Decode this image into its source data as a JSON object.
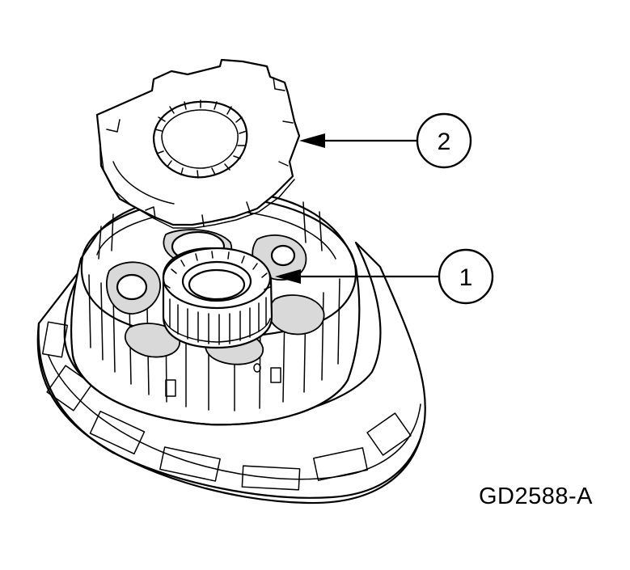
{
  "figure": {
    "id_label": "GD2588-A",
    "callouts": [
      {
        "number": "1"
      },
      {
        "number": "2"
      }
    ]
  }
}
